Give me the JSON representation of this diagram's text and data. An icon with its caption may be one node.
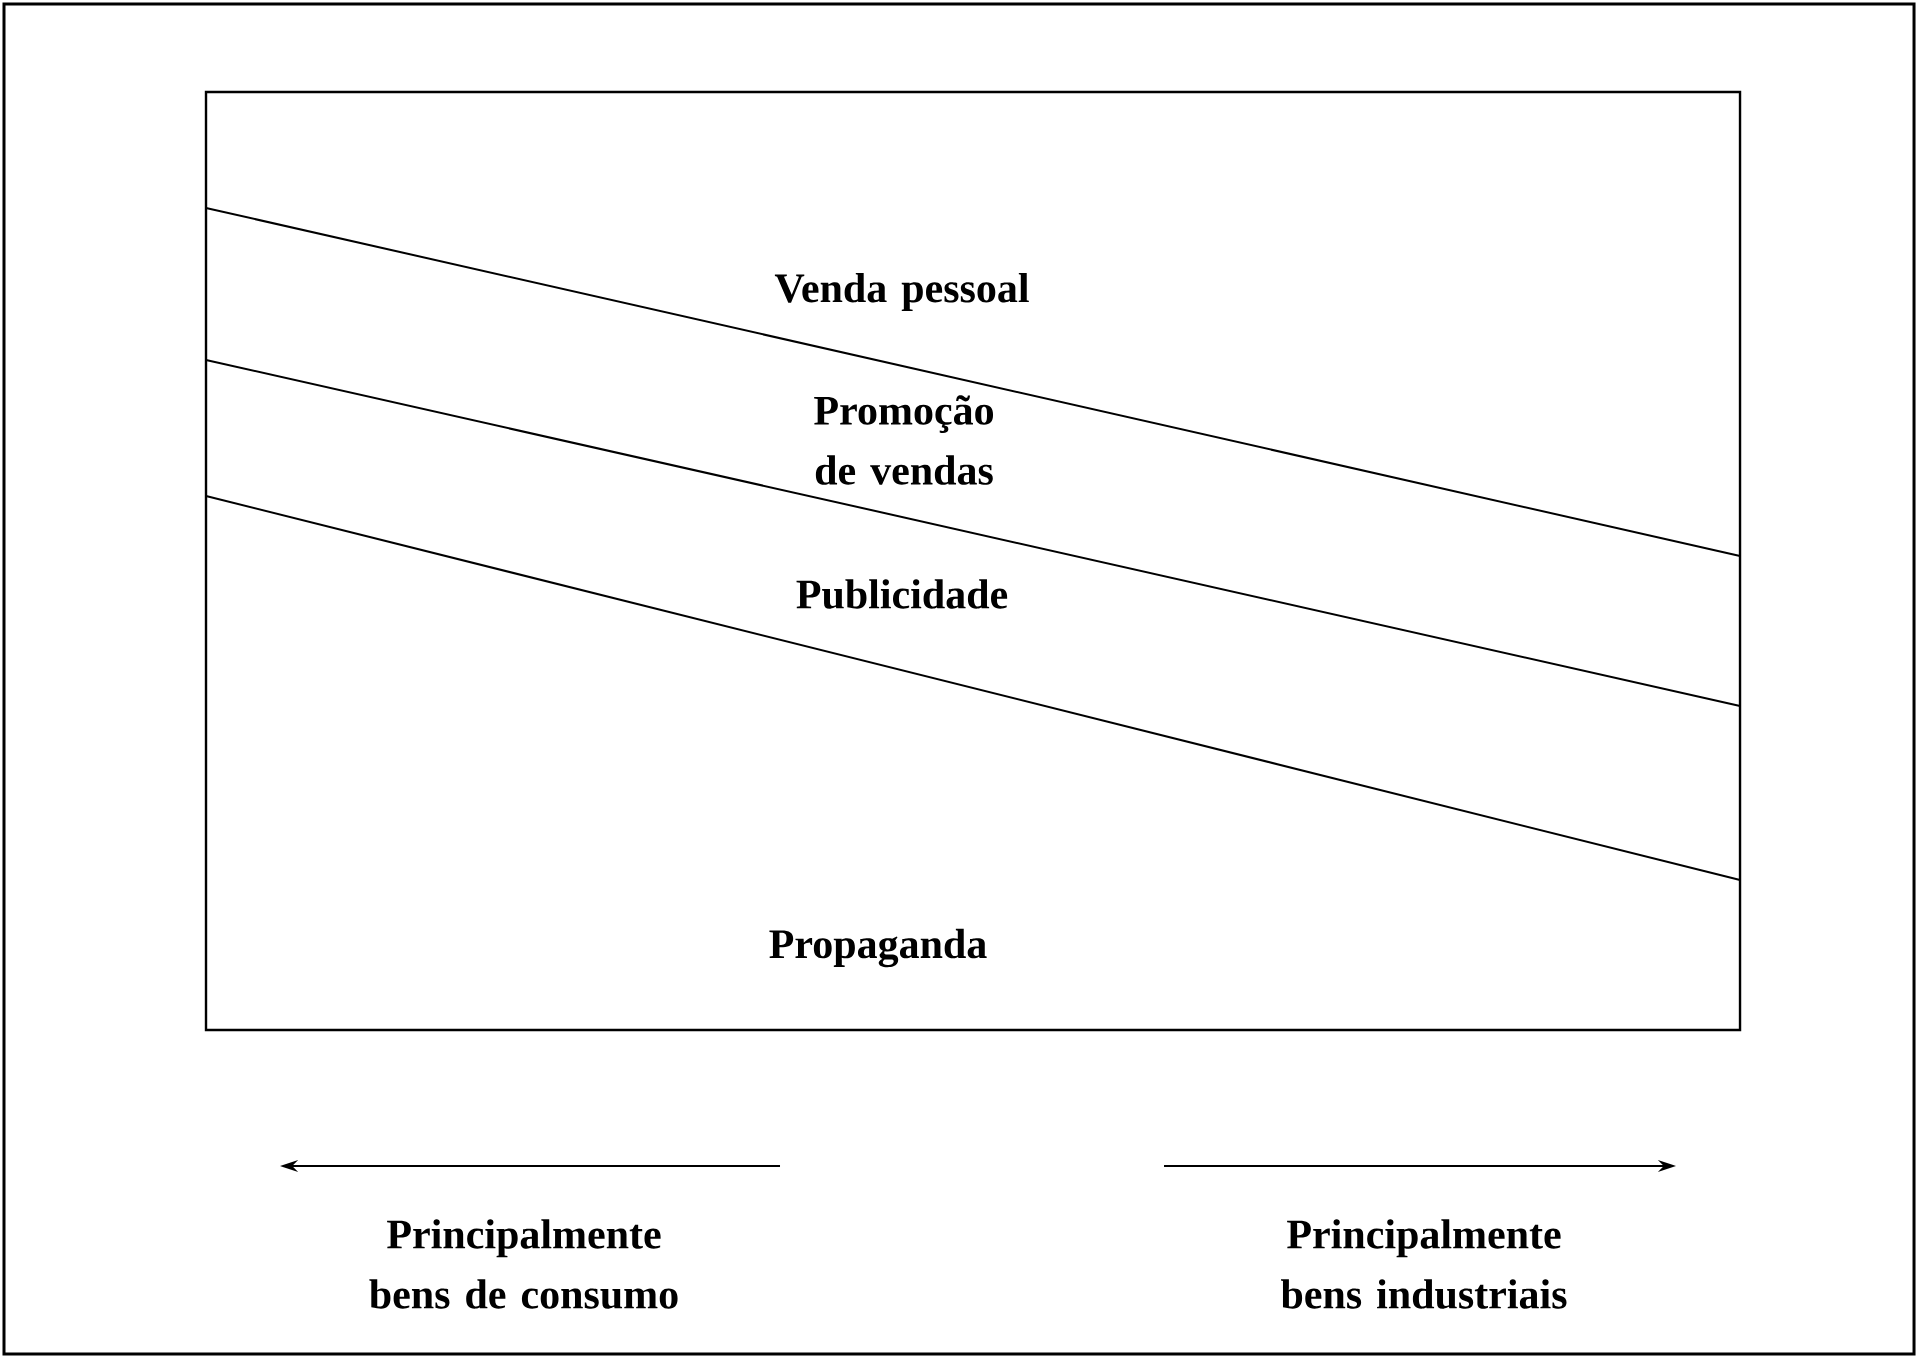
{
  "diagram": {
    "labels": [
      "Venda pessoal",
      "Promoção de vendas",
      "Publicidade",
      "Propaganda",
      "Principalmente bens de consumo",
      "Principalmente bens industriais"
    ]
  }
}
